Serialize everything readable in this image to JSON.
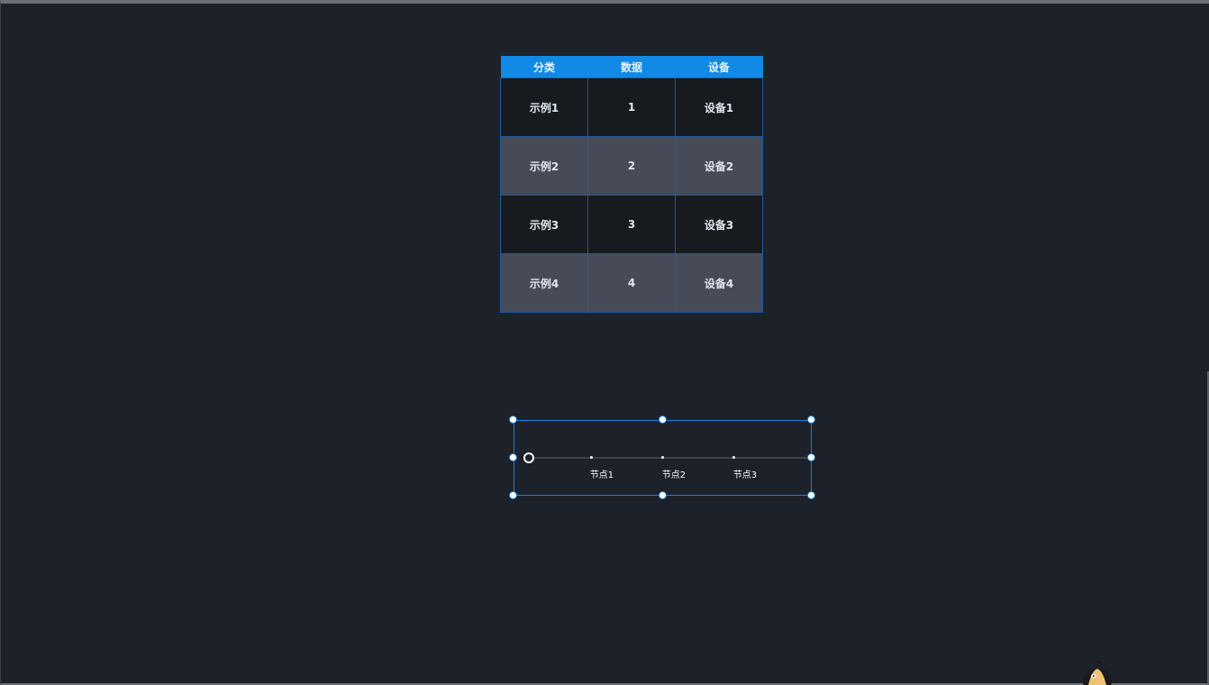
{
  "table": {
    "headers": [
      "分类",
      "数据",
      "设备"
    ],
    "rows": [
      [
        "示例1",
        "1",
        "设备1"
      ],
      [
        "示例2",
        "2",
        "设备2"
      ],
      [
        "示例3",
        "3",
        "设备3"
      ],
      [
        "示例4",
        "4",
        "设备4"
      ]
    ],
    "header_color": "#1189e6",
    "row_colors": [
      "#171a1f",
      "#464b57"
    ],
    "border_color": "#1f5b9e"
  },
  "timeline": {
    "nodes": [
      "节点1",
      "节点2",
      "节点3"
    ],
    "selection_color": "#1a7fe0"
  },
  "mascot": {
    "icon": "mascot-icon"
  }
}
